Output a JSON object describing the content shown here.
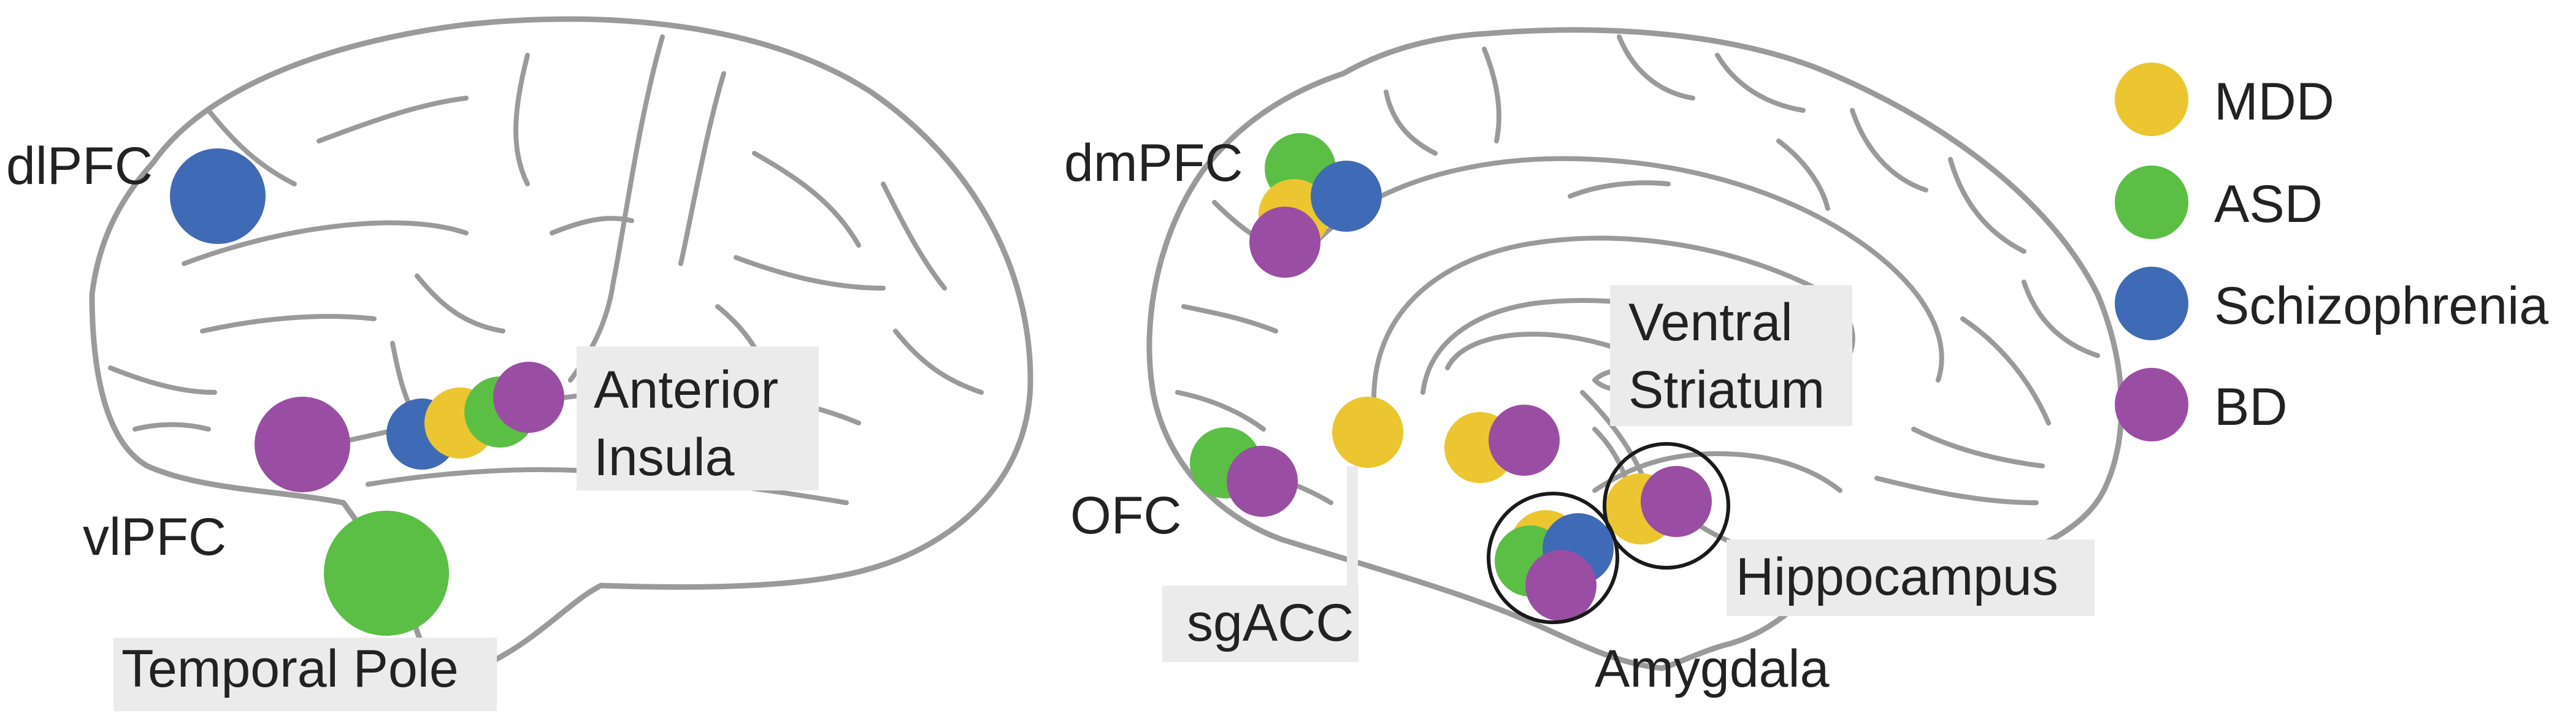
{
  "colors": {
    "MDD": "#ecc630",
    "ASD": "#5bbf45",
    "Schizophrenia": "#3f6ab5",
    "BD": "#9a4ea3"
  },
  "legend": [
    {
      "key": "MDD",
      "label": "MDD"
    },
    {
      "key": "ASD",
      "label": "ASD"
    },
    {
      "key": "Schizophrenia",
      "label": "Schizophrenia"
    },
    {
      "key": "BD",
      "label": "BD"
    }
  ],
  "regions": {
    "dlpfc": "dlPFC",
    "vlpfc": "vlPFC",
    "anterior_insula_1": "Anterior",
    "anterior_insula_2": "Insula",
    "temporal_pole": "Temporal Pole",
    "dmpfc": "dmPFC",
    "ofc": "OFC",
    "sgacc": "sgACC",
    "ventral_striatum_1": "Ventral",
    "ventral_striatum_2": "Striatum",
    "hippocampus": "Hippocampus",
    "amygdala": "Amygdala"
  },
  "region_findings": {
    "dlPFC": [
      "Schizophrenia"
    ],
    "vlPFC": [
      "BD"
    ],
    "Anterior Insula": [
      "Schizophrenia",
      "MDD",
      "ASD",
      "BD"
    ],
    "Temporal Pole": [
      "ASD"
    ],
    "dmPFC": [
      "ASD",
      "MDD",
      "Schizophrenia",
      "BD"
    ],
    "OFC": [
      "ASD",
      "BD"
    ],
    "sgACC": [
      "MDD"
    ],
    "Ventral Striatum": [
      "MDD",
      "BD"
    ],
    "Hippocampus": [
      "MDD",
      "BD"
    ],
    "Amygdala": [
      "MDD",
      "ASD",
      "Schizophrenia",
      "BD"
    ]
  }
}
